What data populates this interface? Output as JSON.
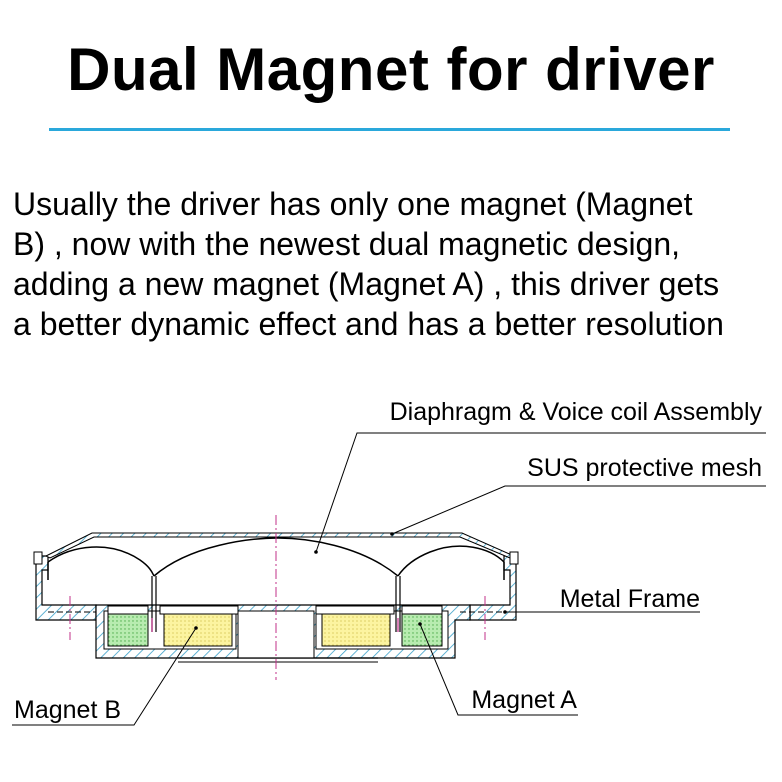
{
  "title": "Dual Magnet for driver",
  "description": [
    "Usually the driver has only one magnet (Magnet",
    "B) ,  now with the newest dual magnetic design,",
    "adding a new magnet (Magnet A) , this driver gets",
    "a better dynamic effect and has a better resolution"
  ],
  "labels": {
    "diaphragm": "Diaphragm & Voice coil Assembly",
    "mesh": "SUS protective mesh",
    "frame": "Metal Frame",
    "magnet_a": "Magnet A",
    "magnet_b": "Magnet B"
  },
  "colors": {
    "accent_rule": "#2aa8db",
    "hatch": "#3aa0c8",
    "magnet_a_fill": "#b8ecb0",
    "magnet_b_fill": "#fcf4a0",
    "centerline": "#c0308a"
  }
}
